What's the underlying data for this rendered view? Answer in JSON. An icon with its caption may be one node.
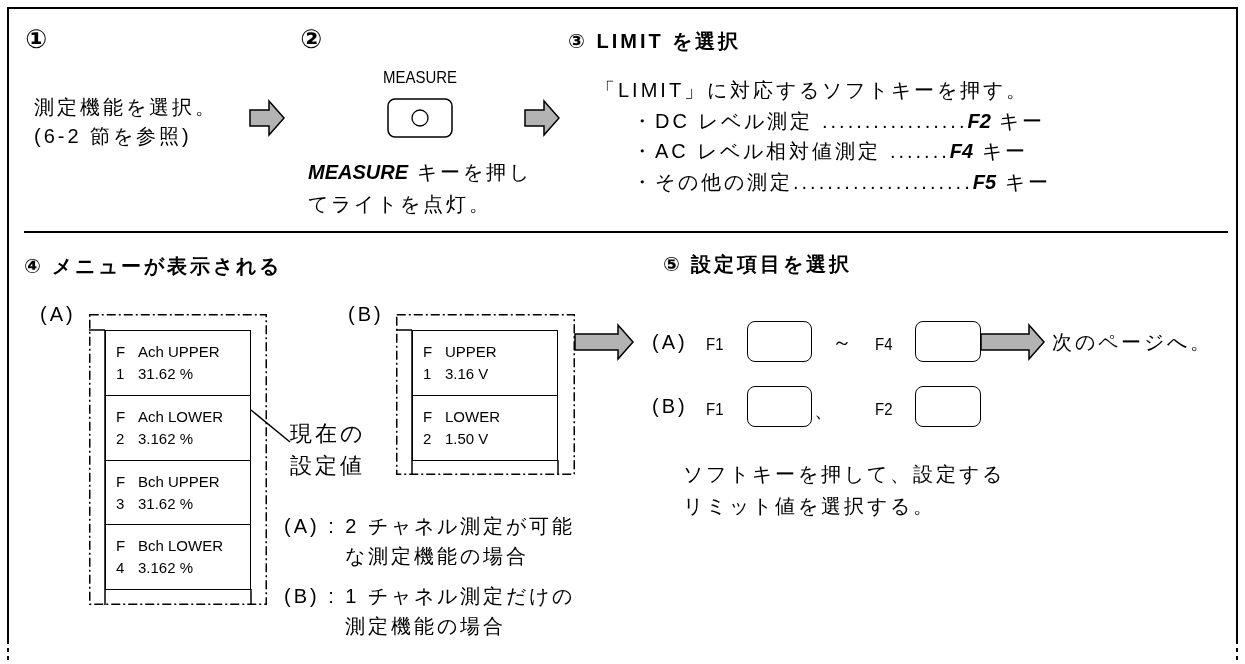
{
  "diagram": {
    "nodes": [
      {
        "text": [
          "測定機能を選択。 (6-2 節を参照)"
        ]
      },
      {
        "text": [
          "MEASURE"
        ],
        "beside": [
          "**MEASURE** キーを押してライトを点灯。"
        ]
      },
      {
        "text": [
          "「LIMIT」に対応するソフトキーを押す。",
          "・DC レベル測定 .................**F2** キー",
          "・AC レベル相対値測定 .......**F4** キー",
          "・その他の測定.....................**F5** キー"
        ]
      },
      {
        "text": [],
        "shape": "box",
        "beside": [
          "(A)"
        ]
      },
      {
        "text": [
          "F",
          "Ach UPPER",
          "1",
          "31.62 %"
        ],
        "in": 3
      },
      {
        "text": [
          "F",
          "Ach LOWER",
          "2",
          "3.162 %"
        ],
        "in": 3
      },
      {
        "text": [
          "F",
          "Bch UPPER",
          "3",
          "31.62 %"
        ],
        "in": 3
      },
      {
        "text": [
          "F",
          "Bch LOWER",
          "4",
          "3.162 %"
        ],
        "in": 3
      },
      {
        "text": [],
        "shape": "box",
        "beside": [
          "(B)"
        ]
      },
      {
        "text": [
          "F",
          "UPPER",
          "1",
          "3.16 V"
        ],
        "in": 8
      },
      {
        "text": [
          "F",
          "LOWER",
          "2",
          "1.50 V"
        ],
        "in": 8
      },
      {
        "text": [
          "現在の設定値"
        ]
      },
      {
        "text": [],
        "shape": "box",
        "beside": [
          "F1"
        ]
      },
      {
        "text": [],
        "shape": "box",
        "beside": [
          "F4"
        ]
      },
      {
        "text": [],
        "shape": "box",
        "beside": [
          "F1"
        ]
      },
      {
        "text": [],
        "shape": "box",
        "beside": [
          "F2"
        ]
      },
      {
        "text": [
          "次のページへ。"
        ]
      }
    ],
    "edges": [
      {
        "from": 0,
        "to": 1,
        "arrow": "to"
      },
      {
        "from": 1,
        "to": 2,
        "arrow": "to"
      },
      {
        "from": 8,
        "to": null,
        "arrow": "to"
      },
      {
        "from": 13,
        "to": 16,
        "arrow": "to"
      },
      {
        "from": 11,
        "to": 4,
        "arrow": "none"
      }
    ],
    "labels": [
      "①",
      "②",
      "③ LIMIT を選択",
      "④ メニューが表示される",
      "⑤ 設定項目を選択",
      "(A) : 2 チャネル測定が可能な測定機能の場合",
      "(B) : 1 チャネル測定だけの測定機能の場合",
      "(A)",
      "～",
      "(B)",
      "、",
      "ソフトキーを押して、設定するリミット値を選択する。"
    ]
  }
}
